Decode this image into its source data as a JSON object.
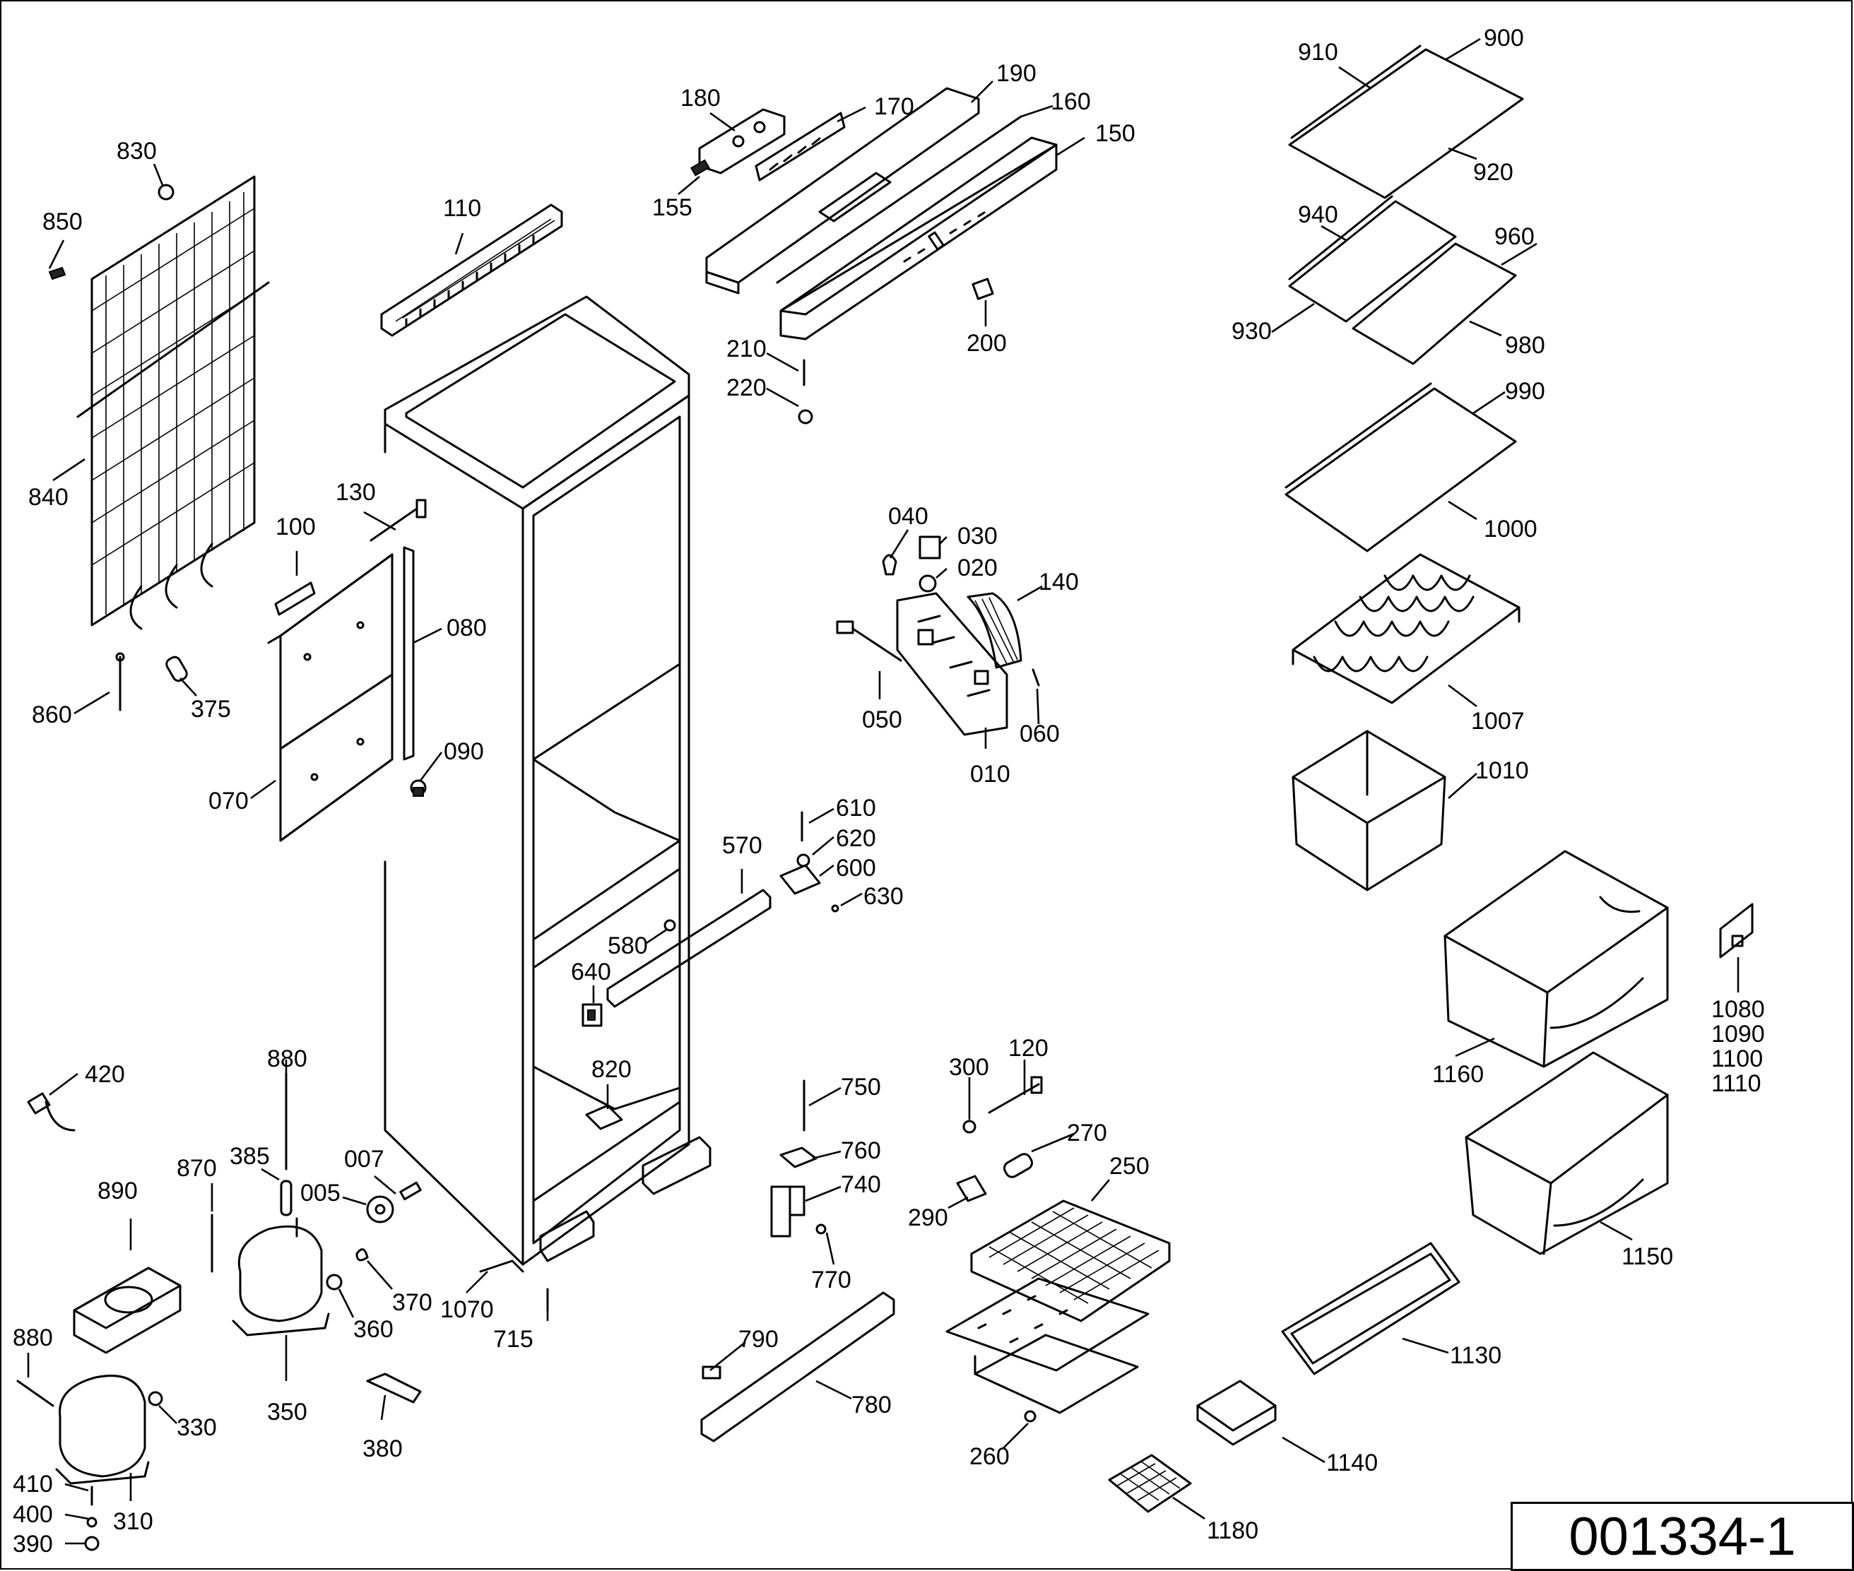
{
  "drawing_number": "001334-1",
  "callouts": [
    {
      "id": "c910",
      "text": "910"
    },
    {
      "id": "c900",
      "text": "900"
    },
    {
      "id": "c920",
      "text": "920"
    },
    {
      "id": "c940",
      "text": "940"
    },
    {
      "id": "c960",
      "text": "960"
    },
    {
      "id": "c930",
      "text": "930"
    },
    {
      "id": "c980",
      "text": "980"
    },
    {
      "id": "c990",
      "text": "990"
    },
    {
      "id": "c1000",
      "text": "1000"
    },
    {
      "id": "c1007",
      "text": "1007"
    },
    {
      "id": "c1010",
      "text": "1010"
    },
    {
      "id": "c1080",
      "text": "1080"
    },
    {
      "id": "c1090",
      "text": "1090"
    },
    {
      "id": "c1100",
      "text": "1100"
    },
    {
      "id": "c1110",
      "text": "1110"
    },
    {
      "id": "c1160",
      "text": "1160"
    },
    {
      "id": "c1150",
      "text": "1150"
    },
    {
      "id": "c1130",
      "text": "1130"
    },
    {
      "id": "c1140",
      "text": "1140"
    },
    {
      "id": "c1180",
      "text": "1180"
    },
    {
      "id": "c180",
      "text": "180"
    },
    {
      "id": "c190",
      "text": "190"
    },
    {
      "id": "c170",
      "text": "170"
    },
    {
      "id": "c160",
      "text": "160"
    },
    {
      "id": "c150",
      "text": "150"
    },
    {
      "id": "c155",
      "text": "155"
    },
    {
      "id": "c200",
      "text": "200"
    },
    {
      "id": "c210",
      "text": "210"
    },
    {
      "id": "c220",
      "text": "220"
    },
    {
      "id": "c110",
      "text": "110"
    },
    {
      "id": "c830",
      "text": "830"
    },
    {
      "id": "c850",
      "text": "850"
    },
    {
      "id": "c840",
      "text": "840"
    },
    {
      "id": "c130",
      "text": "130"
    },
    {
      "id": "c100",
      "text": "100"
    },
    {
      "id": "c080",
      "text": "080"
    },
    {
      "id": "c860",
      "text": "860"
    },
    {
      "id": "c375",
      "text": "375"
    },
    {
      "id": "c090",
      "text": "090"
    },
    {
      "id": "c070",
      "text": "070"
    },
    {
      "id": "c040",
      "text": "040"
    },
    {
      "id": "c030",
      "text": "030"
    },
    {
      "id": "c020",
      "text": "020"
    },
    {
      "id": "c140",
      "text": "140"
    },
    {
      "id": "c050",
      "text": "050"
    },
    {
      "id": "c060",
      "text": "060"
    },
    {
      "id": "c010",
      "text": "010"
    },
    {
      "id": "c610",
      "text": "610"
    },
    {
      "id": "c620",
      "text": "620"
    },
    {
      "id": "c600",
      "text": "600"
    },
    {
      "id": "c630",
      "text": "630"
    },
    {
      "id": "c570",
      "text": "570"
    },
    {
      "id": "c580",
      "text": "580"
    },
    {
      "id": "c640",
      "text": "640"
    },
    {
      "id": "c820",
      "text": "820"
    },
    {
      "id": "c420",
      "text": "420"
    },
    {
      "id": "c880a",
      "text": "880"
    },
    {
      "id": "c890",
      "text": "890"
    },
    {
      "id": "c870",
      "text": "870"
    },
    {
      "id": "c385",
      "text": "385"
    },
    {
      "id": "c007",
      "text": "007"
    },
    {
      "id": "c005",
      "text": "005"
    },
    {
      "id": "c370",
      "text": "370"
    },
    {
      "id": "c360",
      "text": "360"
    },
    {
      "id": "c1070",
      "text": "1070"
    },
    {
      "id": "c715",
      "text": "715"
    },
    {
      "id": "c350",
      "text": "350"
    },
    {
      "id": "c380",
      "text": "380"
    },
    {
      "id": "c880b",
      "text": "880"
    },
    {
      "id": "c330",
      "text": "330"
    },
    {
      "id": "c410",
      "text": "410"
    },
    {
      "id": "c400",
      "text": "400"
    },
    {
      "id": "c390",
      "text": "390"
    },
    {
      "id": "c310",
      "text": "310"
    },
    {
      "id": "c750",
      "text": "750"
    },
    {
      "id": "c760",
      "text": "760"
    },
    {
      "id": "c740",
      "text": "740"
    },
    {
      "id": "c770",
      "text": "770"
    },
    {
      "id": "c790",
      "text": "790"
    },
    {
      "id": "c780",
      "text": "780"
    },
    {
      "id": "c300",
      "text": "300"
    },
    {
      "id": "c120",
      "text": "120"
    },
    {
      "id": "c270",
      "text": "270"
    },
    {
      "id": "c250",
      "text": "250"
    },
    {
      "id": "c290",
      "text": "290"
    },
    {
      "id": "c260",
      "text": "260"
    }
  ]
}
